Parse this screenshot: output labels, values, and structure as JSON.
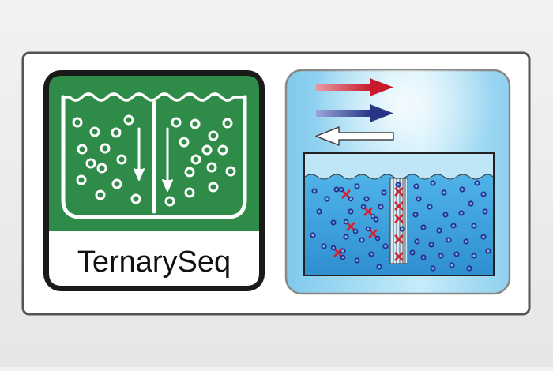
{
  "panel_left": {
    "title": "TernarySeq",
    "bg_color": "#2e8b48",
    "frame_color": "#1a1a1a"
  },
  "panel_right": {
    "bg_color": "#a9dcf2",
    "arrows": [
      {
        "direction": "right",
        "color": "#cc1f2f"
      },
      {
        "direction": "right",
        "color": "#2b3a8f"
      },
      {
        "direction": "left",
        "color": "#ffffff"
      }
    ],
    "water_color": "#3aa0dc",
    "dot_color": "#2b2f8f",
    "cross_color": "#d81e2c"
  },
  "icons": {
    "left": "tank-sedimentation-icon",
    "right": "flow-column-icon"
  }
}
